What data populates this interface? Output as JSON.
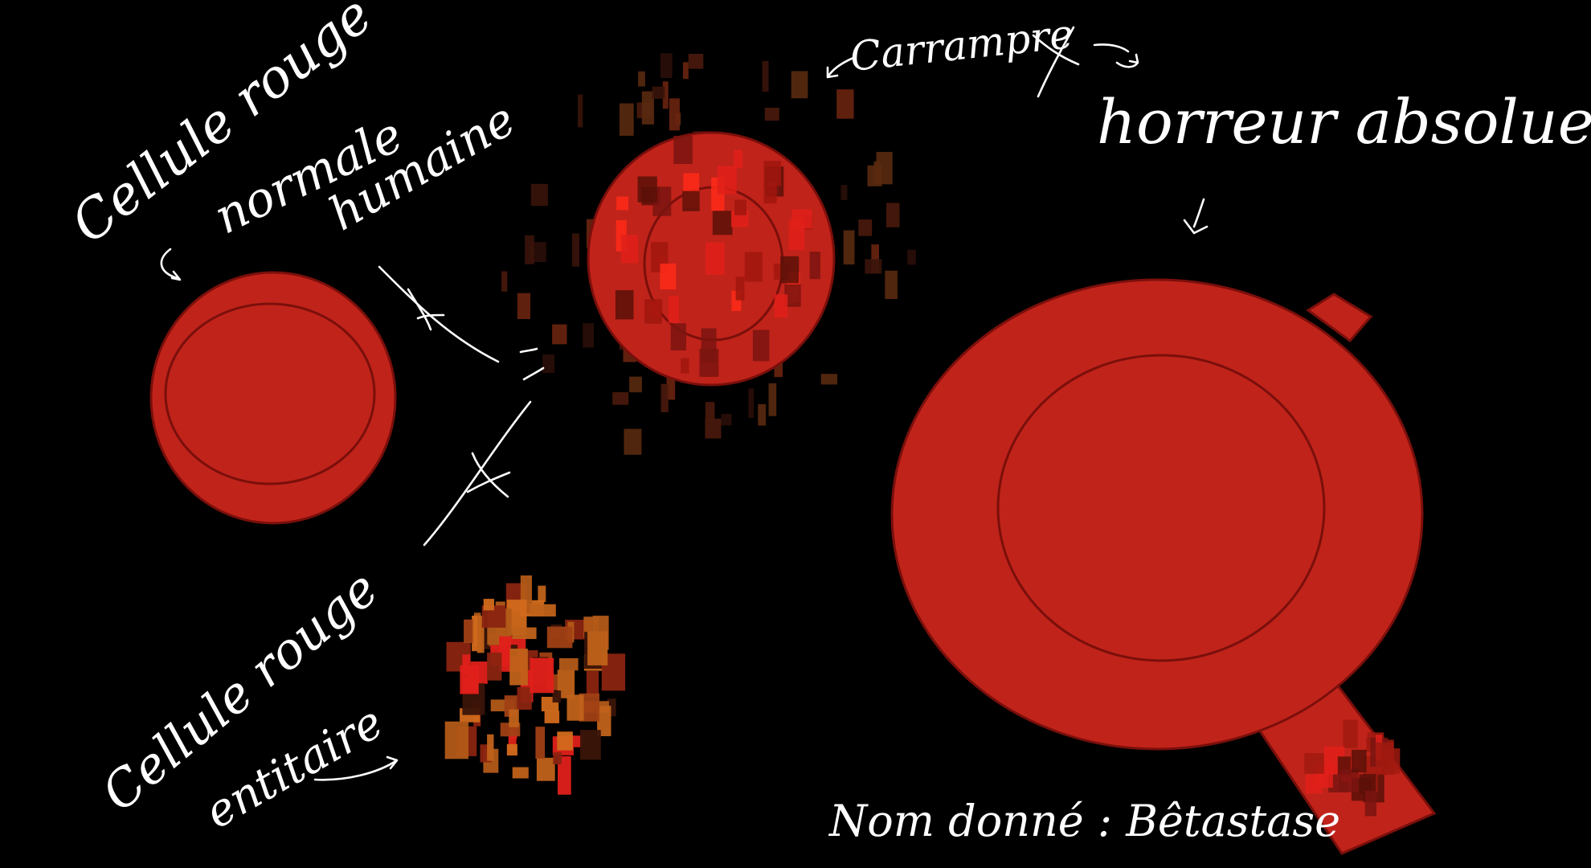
{
  "labels": {
    "normal_line1": "Cellule rouge",
    "normal_line2": "normale",
    "normal_line3": "humaine",
    "crumbling": "Carrampre",
    "horror": "horreur absolue",
    "fragmented_line1": "Cellule rouge",
    "fragmented_line2": "entitaire",
    "name_given": "Nom donné : Bêtastase"
  },
  "colors": {
    "background": "#000000",
    "cell_fill": "#c0231a",
    "cell_outline": "#7a0f0b",
    "ink": "#ffffff",
    "fragment_dark": "#5a1a0e",
    "fragment_orange": "#c0621a",
    "fragment_red": "#e01a12"
  }
}
